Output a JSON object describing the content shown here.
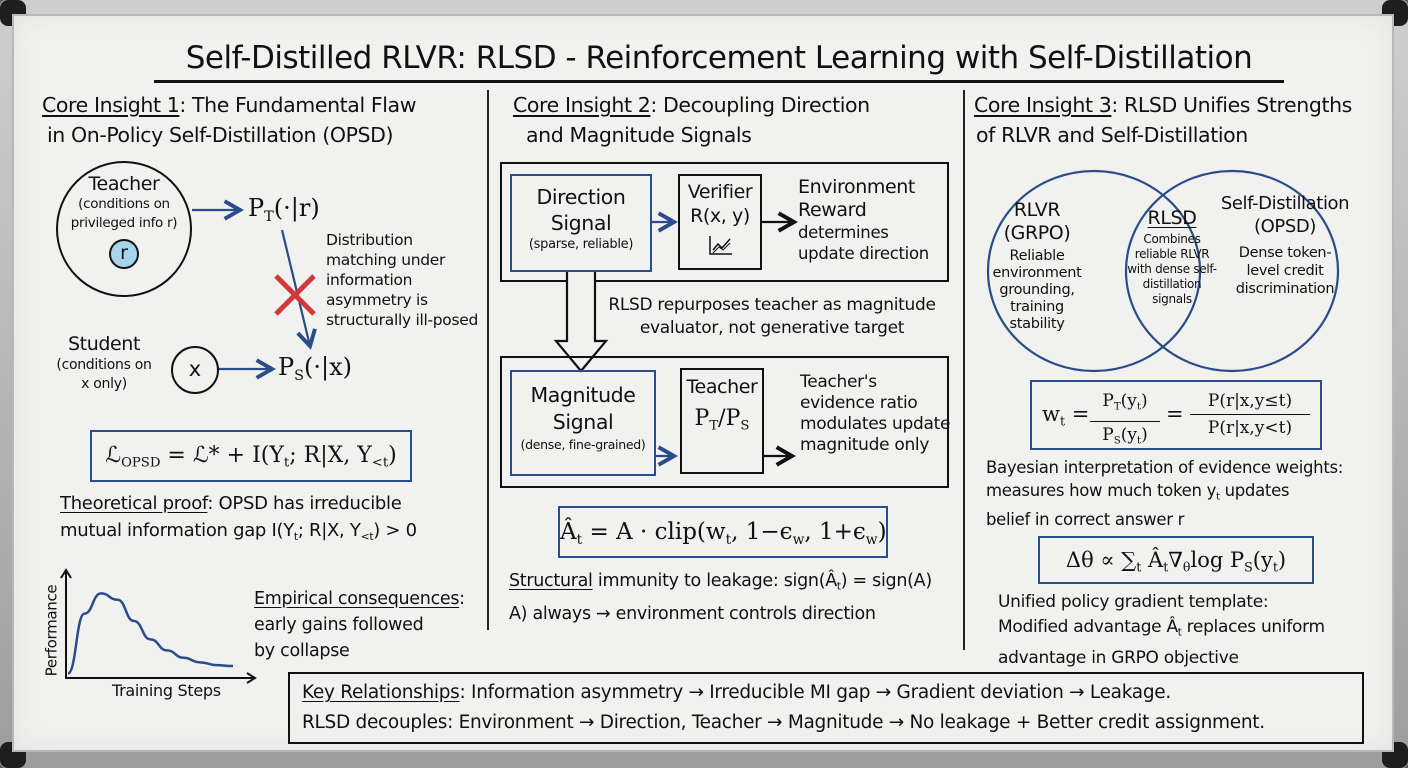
{
  "title": "Self-Distilled RLVR: RLSD - Reinforcement Learning with Self-Distillation",
  "colors": {
    "ink": "#111111",
    "blue_ink": "#2a4c8a",
    "red_cross": "#d0383a",
    "r_node_fill": "#a7d3ec",
    "board": "#f1f1ef"
  },
  "insight1": {
    "heading_prefix": "Core Insight 1",
    "heading_line1": ": The Fundamental Flaw",
    "heading_line2": "in On-Policy Self-Distillation (OPSD)",
    "teacher": {
      "label": "Teacher",
      "sub1": "(conditions on",
      "sub2": "privileged info r)",
      "node": "r"
    },
    "teacher_dist": {
      "base": "P",
      "sub": "T",
      "rest": "(·|r)"
    },
    "cross_note": [
      "Distribution",
      "matching under",
      "information",
      "asymmetry is",
      "structurally ill-posed"
    ],
    "student": {
      "label": "Student",
      "sub1": "(conditions on",
      "sub2": "x only)",
      "node": "x"
    },
    "student_dist": {
      "base": "P",
      "sub": "S",
      "rest": "(·|x)"
    },
    "loss_formula": {
      "lhs": "ℒ",
      "lhs_sub": "OPSD",
      "rhs": " = ℒ* + I(Y",
      "t": "t",
      "mid": "; R|X, Y",
      "lt": "<t",
      "end": ")"
    },
    "proof_label": "Theoretical proof",
    "proof_line1": ": OPSD has irreducible",
    "proof_line2_a": "mutual information gap I(Y",
    "proof_line2_t": "t",
    "proof_line2_b": "; R|X, Y",
    "proof_line2_lt": "<t",
    "proof_line2_c": ") > 0",
    "empirical_label": "Empirical consequences",
    "empirical_line1": ":",
    "empirical_line2": "early gains followed",
    "empirical_line3": "by collapse"
  },
  "chart_data": {
    "type": "line",
    "title": "",
    "xlabel": "Training Steps",
    "ylabel": "Performance",
    "x": [
      0,
      1,
      2,
      3,
      4,
      5,
      6,
      7,
      8,
      9,
      10
    ],
    "y": [
      0.05,
      0.7,
      0.92,
      0.85,
      0.62,
      0.42,
      0.3,
      0.22,
      0.17,
      0.14,
      0.13
    ],
    "xlim": [
      0,
      10
    ],
    "ylim": [
      0,
      1
    ],
    "grid": false,
    "legend": "none",
    "annotation": "qualitative sketch: early gains followed by collapse"
  },
  "insight2": {
    "heading_prefix": "Core Insight 2",
    "heading_line1": ": Decoupling Direction",
    "heading_line2": "and Magnitude Signals",
    "direction": {
      "title1": "Direction",
      "title2": "Signal",
      "sub": "(sparse, reliable)"
    },
    "verifier": {
      "title": "Verifier",
      "formula": "R(x, y)",
      "icon": "chart-trend-icon"
    },
    "env_reward": [
      "Environment",
      "Reward",
      "determines",
      "update direction"
    ],
    "repurpose_note": [
      "RLSD repurposes teacher as magnitude",
      "evaluator, not generative target"
    ],
    "magnitude": {
      "title1": "Magnitude",
      "title2": "Signal",
      "sub": "(dense, fine-grained)"
    },
    "teacher": {
      "title": "Teacher",
      "num": "P",
      "num_sub": "T",
      "den": "P",
      "den_sub": "S"
    },
    "teacher_note": [
      "Teacher's",
      "evidence ratio",
      "modulates update",
      "magnitude only"
    ],
    "adv_formula": "Â = A · clip(w, 1−ϵ, 1+ϵ)",
    "adv_parts": {
      "a": "Â",
      "t": "t",
      "b": " = A · clip(w",
      "t2": "t",
      "c": ", 1−ϵ",
      "w1": "w",
      "d": ", 1+ϵ",
      "w2": "w",
      "e": ")"
    },
    "immunity_label": "Structural",
    "immunity_line1": " immunity to leakage: sign(Â",
    "immunity_t": "t",
    "immunity_line1_end": ") = sign(A)",
    "immunity_line2": "A) always → environment controls direction"
  },
  "insight3": {
    "heading_prefix": "Core Insight 3",
    "heading_line1": ": RLSD Unifies Strengths",
    "heading_line2": "of RLVR and Self-Distillation",
    "venn_left": {
      "title1": "RLVR",
      "title2": "(GRPO)",
      "body": [
        "Reliable",
        "environment",
        "grounding,",
        "training",
        "stability"
      ]
    },
    "venn_center": {
      "title": "RLSD",
      "body": [
        "Combines",
        "reliable RLVR",
        "with dense self-",
        "distillation",
        "signals"
      ]
    },
    "venn_right": {
      "title1": "Self-Distillation",
      "title2": "(OPSD)",
      "body": [
        "Dense token-",
        "level credit",
        "discrimination"
      ]
    },
    "weight_formula": {
      "lhs": "w",
      "lhs_sub": "t",
      "f1_num": "P",
      "f1_num_sub": "T",
      "f1_num_rest": "(y",
      "f1_num_t": "t",
      "f1_num_end": ")",
      "f1_den": "P",
      "f1_den_sub": "S",
      "f1_den_rest": "(y",
      "f1_den_t": "t",
      "f1_den_end": ")",
      "f2_num": "P(r|x,y≤t)",
      "f2_den": "P(r|x,y<t)"
    },
    "bayes_line1": "Bayesian interpretation of evidence weights:",
    "bayes_line2_a": "measures how much token y",
    "bayes_line2_t": "t",
    "bayes_line2_b": " updates",
    "bayes_line3": "belief in correct answer r",
    "grad_formula": {
      "a": "Δθ ∝ ∑",
      "t1": "t",
      "b": " Â",
      "t2": "t",
      "c": "∇",
      "theta": "θ",
      "d": "log P",
      "s": "S",
      "e": "(y",
      "t3": "t",
      "f": ")"
    },
    "unified_line1": "Unified policy gradient template:",
    "unified_line2_a": "Modified advantage Â",
    "unified_line2_t": "t",
    "unified_line2_b": " replaces uniform",
    "unified_line3": "advantage in GRPO objective"
  },
  "key": {
    "label": "Key Relationships",
    "line1": ": Information asymmetry → Irreducible MI gap → Gradient deviation → Leakage.",
    "line2": "RLSD decouples: Environment → Direction, Teacher → Magnitude → No leakage + Better credit assignment."
  }
}
